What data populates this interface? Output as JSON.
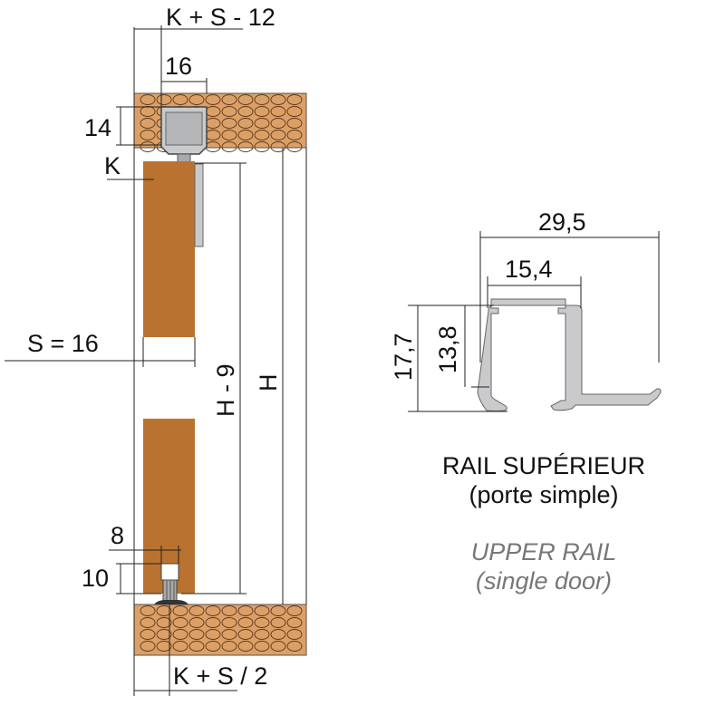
{
  "dimensions": {
    "top_offset": "K + S - 12",
    "rail_width": "16",
    "rail_height": "14",
    "door_gap": "K",
    "panel_thickness": "S = 16",
    "door_height": "H - 9",
    "opening_height": "H",
    "guide_width": "8",
    "guide_height": "10",
    "bottom_offset": "K + S / 2"
  },
  "profile": {
    "overall_width": "29,5",
    "inner_width": "15,4",
    "overall_height": "17,7",
    "inner_height": "13,8"
  },
  "caption": {
    "fr_title": "RAIL SUPÉRIEUR",
    "fr_subtitle": "(porte simple)",
    "en_title": "UPPER RAIL",
    "en_subtitle": "(single door)"
  },
  "colors": {
    "board": "#dca067",
    "stone_line": "#5a3a1e",
    "door": "#b9722f",
    "metal": "#c9cacc",
    "line": "#222222"
  }
}
